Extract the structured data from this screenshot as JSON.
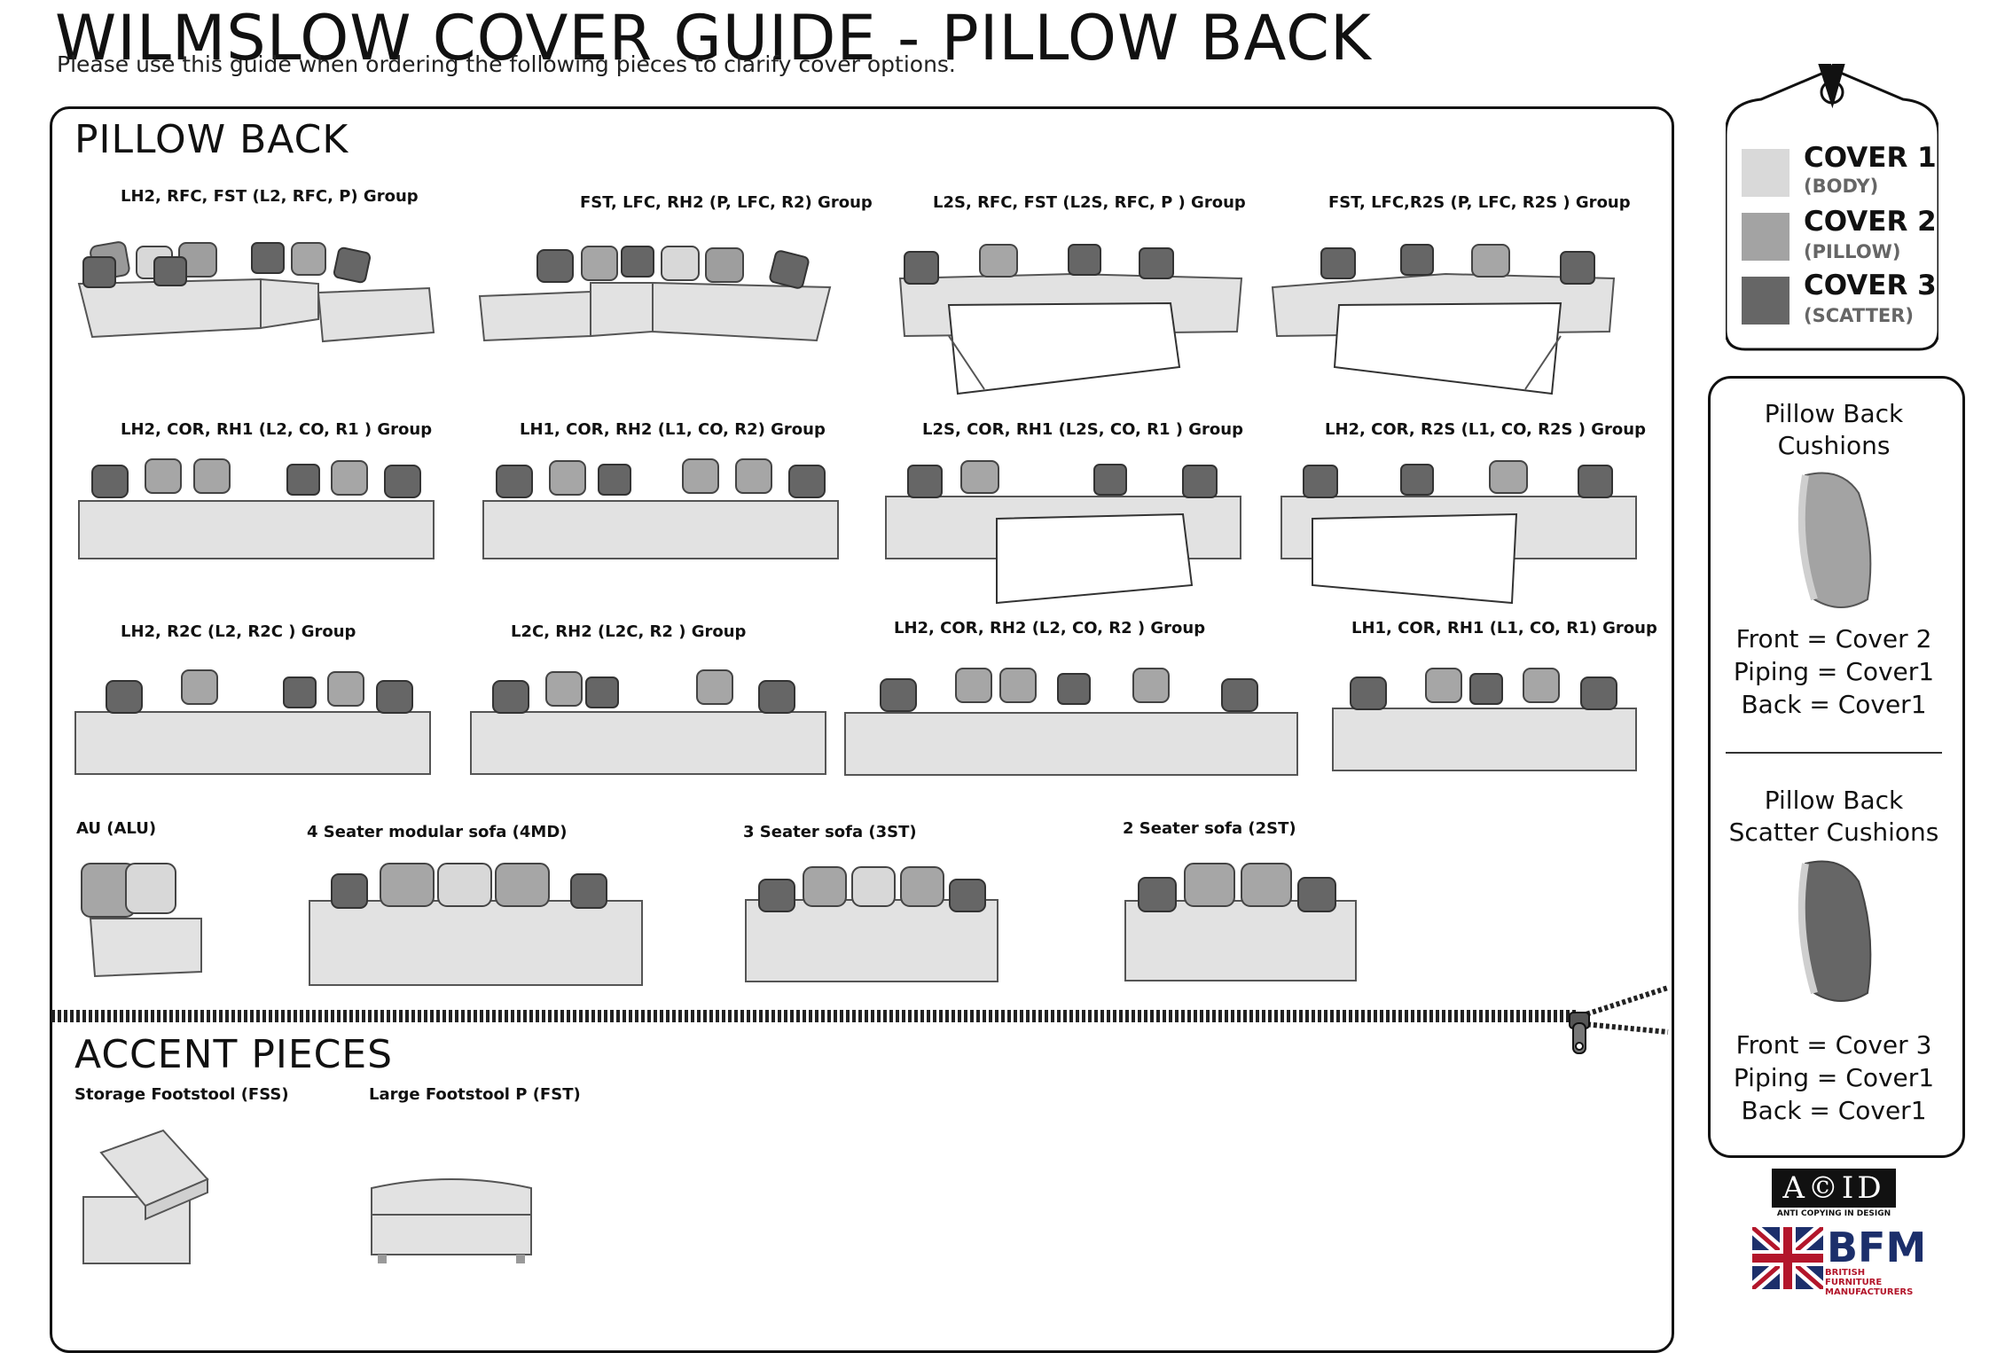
{
  "header": {
    "title": "WILMSLOW COVER GUIDE - PILLOW BACK",
    "subtitle": "Please use this guide when ordering the following pieces to clarify cover options."
  },
  "pillow_back": {
    "heading": "PILLOW BACK",
    "pieces": [
      {
        "label": "LH2, RFC, FST (L2, RFC, P) Group"
      },
      {
        "label": "FST, LFC, RH2 (P, LFC, R2) Group"
      },
      {
        "label": "L2S, RFC, FST (L2S, RFC, P ) Group"
      },
      {
        "label": "FST, LFC,R2S (P, LFC, R2S ) Group"
      },
      {
        "label": "LH2, COR, RH1 (L2, CO, R1 ) Group"
      },
      {
        "label": "LH1, COR, RH2 (L1, CO, R2) Group"
      },
      {
        "label": "L2S, COR, RH1  (L2S, CO, R1 ) Group"
      },
      {
        "label": "LH2, COR, R2S (L1, CO, R2S ) Group"
      },
      {
        "label": "LH2, R2C (L2, R2C ) Group"
      },
      {
        "label": "L2C, RH2 (L2C, R2 ) Group"
      },
      {
        "label": "LH2, COR, RH2 (L2, CO, R2 ) Group"
      },
      {
        "label": "LH1, COR, RH1 (L1, CO, R1)  Group"
      },
      {
        "label": "AU (ALU)"
      },
      {
        "label": "4 Seater modular sofa (4MD)"
      },
      {
        "label": "3 Seater sofa (3ST)"
      },
      {
        "label": "2 Seater sofa (2ST)"
      }
    ]
  },
  "accent_pieces": {
    "heading": "ACCENT PIECES",
    "pieces": [
      {
        "label": "Storage Footstool (FSS)"
      },
      {
        "label": "Large Footstool P (FST)"
      }
    ]
  },
  "legend": {
    "covers": [
      {
        "name": "COVER 1",
        "sub": "(BODY)",
        "color": "#d9d9d9"
      },
      {
        "name": "COVER 2",
        "sub": "(PILLOW)",
        "color": "#a3a3a3"
      },
      {
        "name": "COVER 3",
        "sub": "(SCATTER)",
        "color": "#666666"
      }
    ]
  },
  "cushions": {
    "pillow": {
      "title_line1": "Pillow Back",
      "title_line2": "Cushions",
      "front": "Front = Cover 2",
      "piping": "Piping = Cover1",
      "back": "Back = Cover1",
      "color": "#a3a3a3"
    },
    "scatter": {
      "title_line1": "Pillow Back",
      "title_line2": "Scatter Cushions",
      "front": "Front = Cover 3",
      "piping": "Piping = Cover1",
      "back": "Back = Cover1",
      "color": "#666666"
    }
  },
  "logos": {
    "acid": "A©ID",
    "acid_sub": "ANTI COPYING IN DESIGN",
    "bfm": "BFM",
    "bfm_sub": "BRITISH FURNITURE MANUFACTURERS"
  }
}
